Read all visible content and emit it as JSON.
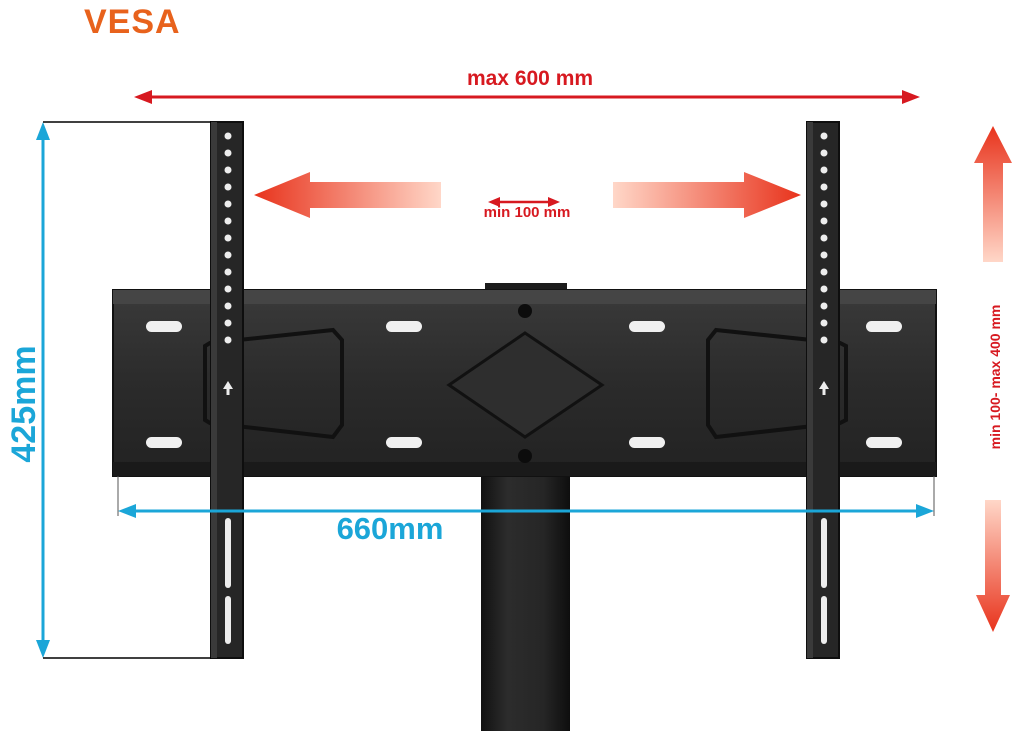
{
  "title": "VESA",
  "labels": {
    "max_width": "max 600 mm",
    "min_width": "min 100 mm",
    "plate_width": "660mm",
    "height": "425mm",
    "vertical_range": "min 100- max 400 mm"
  },
  "colors": {
    "title_orange": "#e8621c",
    "dimension_red": "#d71920",
    "dimension_cyan": "#1ba6d8",
    "arrow_light": "#ffd3c4",
    "arrow_dark": "#e8321c",
    "steel": "#2a2a2a",
    "steel_edge": "#111111",
    "slot": "#f2f2f2"
  }
}
